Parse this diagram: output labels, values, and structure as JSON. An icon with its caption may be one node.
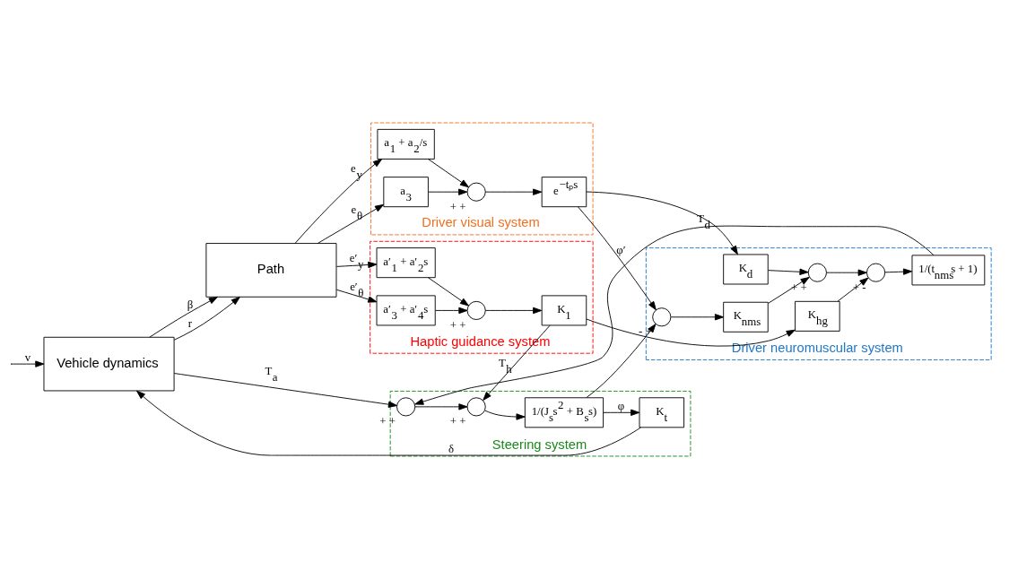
{
  "diagram": {
    "nodes": [
      {
        "text": [
          "Haptic guidance system"
        ]
      },
      {
        "text": [
          "a′$_{1}$ + a′$_{2}$s"
        ],
        "in": 0
      },
      {
        "text": [
          "a′$_{3}$ + a′$_{4}$s"
        ],
        "in": 0
      },
      {
        "text": [],
        "shape": "circle",
        "in": 0,
        "beside": [
          "+",
          "+"
        ]
      },
      {
        "text": [
          "K$_{1}$"
        ],
        "in": 0
      },
      {
        "text": [
          "Driver visual system"
        ]
      },
      {
        "text": [
          "a$_{1}$ + a$_{2}$/s"
        ],
        "in": 5
      },
      {
        "text": [
          "a$_{3}$"
        ],
        "in": 5
      },
      {
        "text": [],
        "shape": "circle",
        "in": 5,
        "beside": [
          "+",
          "+"
        ]
      },
      {
        "text": [
          "e$^{−tₚs}$"
        ],
        "in": 5
      },
      {
        "text": [
          "Driver neuromuscular system"
        ]
      },
      {
        "text": [],
        "shape": "circle",
        "in": 10,
        "beside": [
          "-",
          "+"
        ]
      },
      {
        "text": [
          "K$_{nms}$"
        ],
        "in": 10
      },
      {
        "text": [
          "K$_{d}$"
        ],
        "in": 10
      },
      {
        "text": [],
        "shape": "circle",
        "in": 10,
        "beside": [
          "+",
          "+"
        ]
      },
      {
        "text": [],
        "shape": "circle",
        "in": 10,
        "beside": [
          "+",
          "-"
        ]
      },
      {
        "text": [
          "1/(t$_{nms}$s + 1)"
        ],
        "in": 10
      },
      {
        "text": [
          "K$_{hg}$"
        ],
        "in": 10
      },
      {
        "text": [
          "Steering system"
        ]
      },
      {
        "text": [],
        "shape": "circle",
        "in": 18,
        "beside": [
          "+",
          "+"
        ]
      },
      {
        "text": [],
        "shape": "circle",
        "in": 18,
        "beside": [
          "+",
          "+"
        ]
      },
      {
        "text": [
          "1/(J$_{s}$s$^{2}$ + B$_{s}$s)"
        ],
        "in": 18
      },
      {
        "text": [
          "K$_{t}$"
        ],
        "in": 18
      },
      {
        "text": [
          "Path"
        ]
      },
      {
        "text": [
          "Vehicle dynamics"
        ]
      }
    ],
    "edges": [
      {
        "from": 23,
        "to": 1,
        "arrow": "to",
        "label": "e′$_{y}$"
      },
      {
        "from": 23,
        "to": 2,
        "arrow": "to",
        "label": "e′$_{θ}$"
      },
      {
        "from": 1,
        "to": 3,
        "arrow": "to"
      },
      {
        "from": 2,
        "to": 3,
        "arrow": "to"
      },
      {
        "from": 3,
        "to": 4,
        "arrow": "to"
      },
      {
        "from": 23,
        "to": 6,
        "arrow": "to",
        "label": "e$_{y}$"
      },
      {
        "from": 23,
        "to": 7,
        "arrow": "to",
        "label": "e$_{θ}$"
      },
      {
        "from": 6,
        "to": 8,
        "arrow": "to"
      },
      {
        "from": 7,
        "to": 8,
        "arrow": "to"
      },
      {
        "from": 8,
        "to": 9,
        "arrow": "to"
      },
      {
        "from": 9,
        "to": 11,
        "arrow": "to",
        "label": "φ′"
      },
      {
        "from": 9,
        "to": 13,
        "arrow": "to"
      },
      {
        "from": 21,
        "to": 11,
        "arrow": "to"
      },
      {
        "from": 11,
        "to": 12,
        "arrow": "to"
      },
      {
        "from": 12,
        "to": 14,
        "arrow": "to"
      },
      {
        "from": 13,
        "to": 14,
        "arrow": "to"
      },
      {
        "from": 14,
        "to": 15,
        "arrow": "to"
      },
      {
        "from": 4,
        "to": 17,
        "arrow": "to"
      },
      {
        "from": 17,
        "to": 15,
        "arrow": "to"
      },
      {
        "from": 15,
        "to": 16,
        "arrow": "to"
      },
      {
        "from": 16,
        "to": 19,
        "arrow": "to",
        "label": "T$_{d}$"
      },
      {
        "from": 24,
        "to": 19,
        "arrow": "to",
        "label": "T$_{a}$"
      },
      {
        "from": 4,
        "to": 20,
        "arrow": "to",
        "label": "T$_{h}$"
      },
      {
        "from": 19,
        "to": 20,
        "arrow": "to"
      },
      {
        "from": 20,
        "to": 21,
        "arrow": "to"
      },
      {
        "from": 21,
        "to": 22,
        "arrow": "to",
        "label": "φ"
      },
      {
        "from": 22,
        "to": 24,
        "arrow": "to",
        "label": "δ"
      },
      {
        "from": null,
        "to": 24,
        "arrow": "to",
        "label": "v"
      },
      {
        "from": 24,
        "to": 23,
        "arrow": "to",
        "label": "β"
      },
      {
        "from": 24,
        "to": 23,
        "arrow": "to",
        "label": "r"
      }
    ]
  }
}
